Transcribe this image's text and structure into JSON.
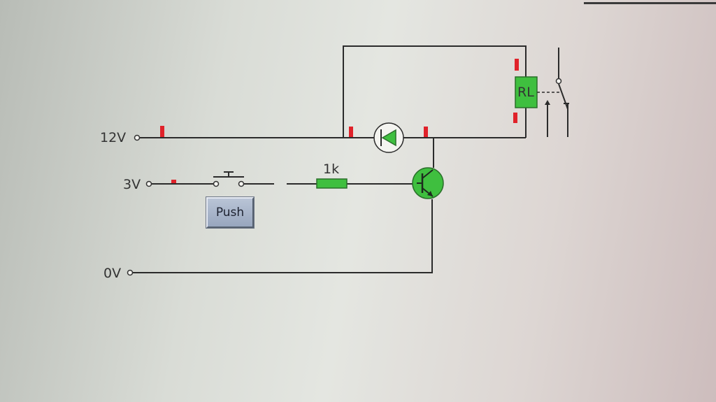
{
  "circuit": {
    "supply_labels": {
      "v12": "12V",
      "v3": "3V",
      "v0": "0V"
    },
    "resistor_label": "1k",
    "relay_label": "RL",
    "push_button_label": "Push"
  },
  "colors": {
    "component_fill": "#3fbf3f",
    "probe_red": "#e0222a",
    "wire": "#2b2b2b"
  }
}
